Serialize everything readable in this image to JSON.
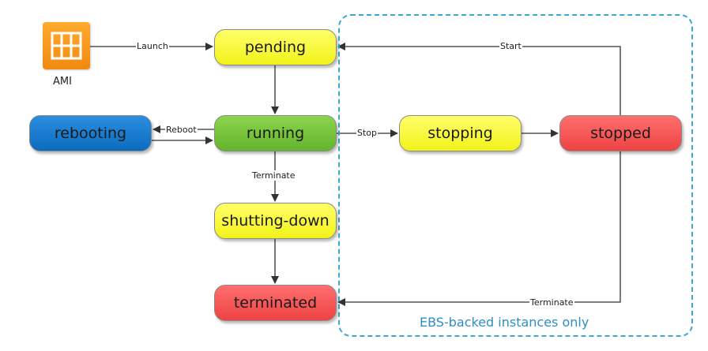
{
  "diagram": {
    "nodes": {
      "pending": "pending",
      "running": "running",
      "rebooting": "rebooting",
      "shutting_down": "shutting-down",
      "terminated": "terminated",
      "stopping": "stopping",
      "stopped": "stopped"
    },
    "edges": {
      "launch": "Launch",
      "reboot": "Reboot",
      "stop": "Stop",
      "start": "Start",
      "terminate_running": "Terminate",
      "terminate_stopped": "Terminate"
    },
    "ami": {
      "label": "AMI",
      "icon": "server-grid-icon",
      "color": "#F5961E"
    },
    "region": {
      "label": "EBS-backed instances only",
      "border_color": "#3EA7D3"
    },
    "colors": {
      "pending": "#FFFF33",
      "running": "#77C441",
      "rebooting": "#1A7DD0",
      "shutting_down": "#FFFF33",
      "terminated": "#F45656",
      "stopping": "#FFFF33",
      "stopped": "#F45656"
    }
  }
}
